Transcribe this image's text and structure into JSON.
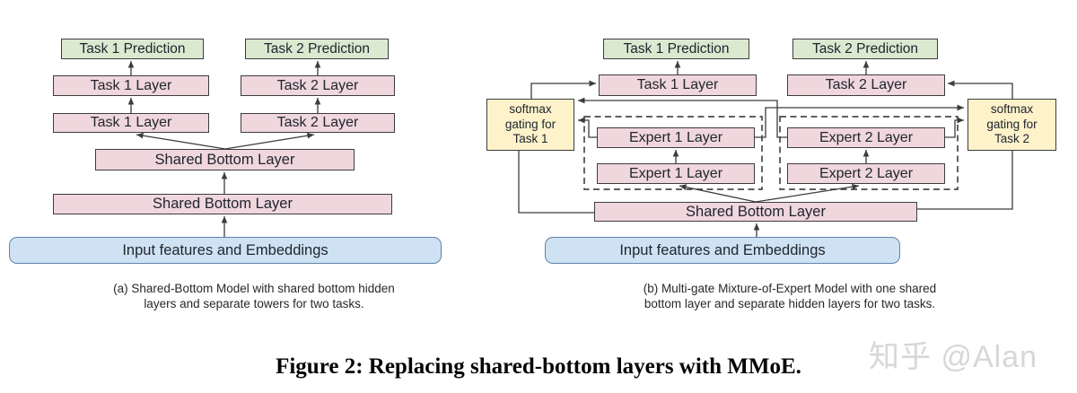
{
  "colors": {
    "prediction_fill": "#dbe9d1",
    "layer_fill": "#f0d6dd",
    "gate_fill": "#fdf2ca",
    "input_fill": "#cfe2f3",
    "input_border": "#5f82a8",
    "wire_color": "#3c3c3c",
    "watermark_color": "#d7d7d7"
  },
  "labels": {
    "task1_prediction": "Task 1 Prediction",
    "task2_prediction": "Task 2 Prediction",
    "task1_layer": "Task 1 Layer",
    "task2_layer": "Task 2 Layer",
    "shared_bottom_layer": "Shared Bottom Layer",
    "input_features": "Input features and Embeddings",
    "expert1_layer": "Expert 1 Layer",
    "expert2_layer": "Expert 2 Layer"
  },
  "gates": {
    "task1": {
      "line1": "softmax",
      "line2": "gating for",
      "line3": "Task 1"
    },
    "task2": {
      "line1": "softmax",
      "line2": "gating for",
      "line3": "Task 2"
    }
  },
  "captions": {
    "panel_a_line1": "(a) Shared-Bottom Model with shared bottom hidden",
    "panel_a_line2": "layers and separate towers for two tasks.",
    "panel_b_line1": "(b) Multi-gate Mixture-of-Expert Model with one shared",
    "panel_b_line2": "bottom layer and separate hidden layers for two tasks.",
    "figure": "Figure 2: Replacing shared-bottom layers with MMoE."
  },
  "watermark": "知乎 @Alan"
}
